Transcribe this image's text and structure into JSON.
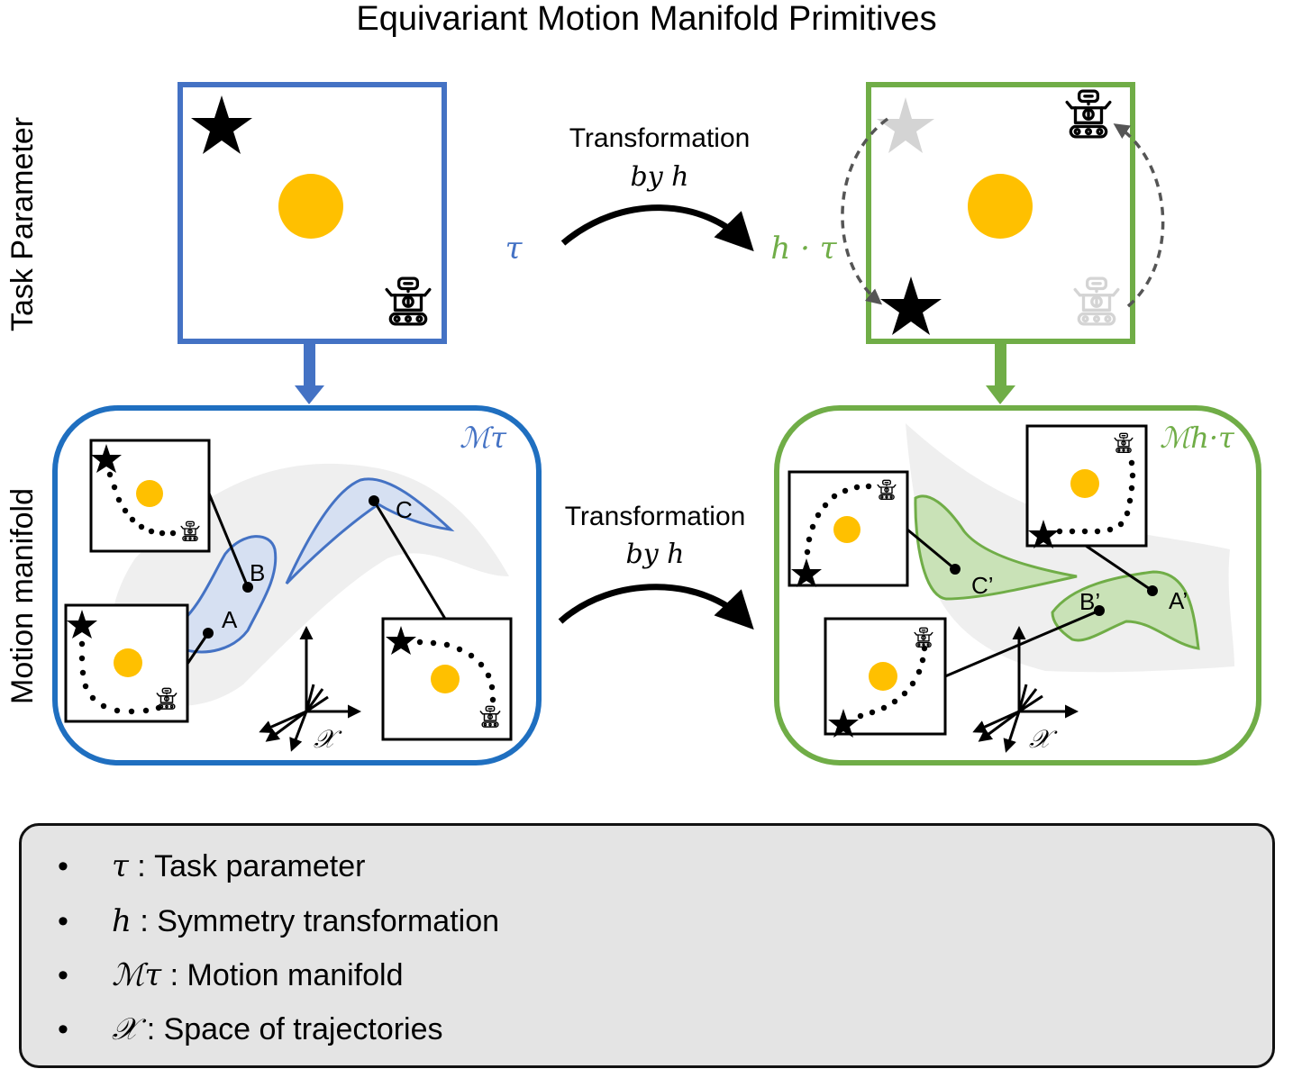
{
  "title": "Equivariant Motion Manifold Primitives",
  "row_labels": {
    "task_parameter": "Task Parameter",
    "motion_manifold": "Motion manifold"
  },
  "transformation_label_line1": "Transformation",
  "transformation_label_line2": "by h",
  "tau_label": "τ",
  "h_tau_label": "h · τ",
  "manifold_tau_label": "ℳτ",
  "manifold_htau_label": "ℳh·τ",
  "space_label": "𝒳",
  "points_left": [
    "A",
    "B",
    "C"
  ],
  "points_right": [
    "A’",
    "B’",
    "C’"
  ],
  "colors": {
    "blue": "#4472c4",
    "blue_frame": "#1f6fc0",
    "green": "#70ad47",
    "orange": "#ffc000",
    "blue_fill": "#d6e0f2",
    "green_fill": "#c9e2b7",
    "gray_manifold": "#eeeeee"
  },
  "legend": [
    {
      "symbol": "τ",
      "text": " : Task parameter"
    },
    {
      "symbol": "h",
      "text": " : Symmetry transformation"
    },
    {
      "symbol": "ℳτ",
      "text": " : Motion manifold"
    },
    {
      "symbol": "𝒳",
      "text": " : Space of trajectories"
    }
  ]
}
